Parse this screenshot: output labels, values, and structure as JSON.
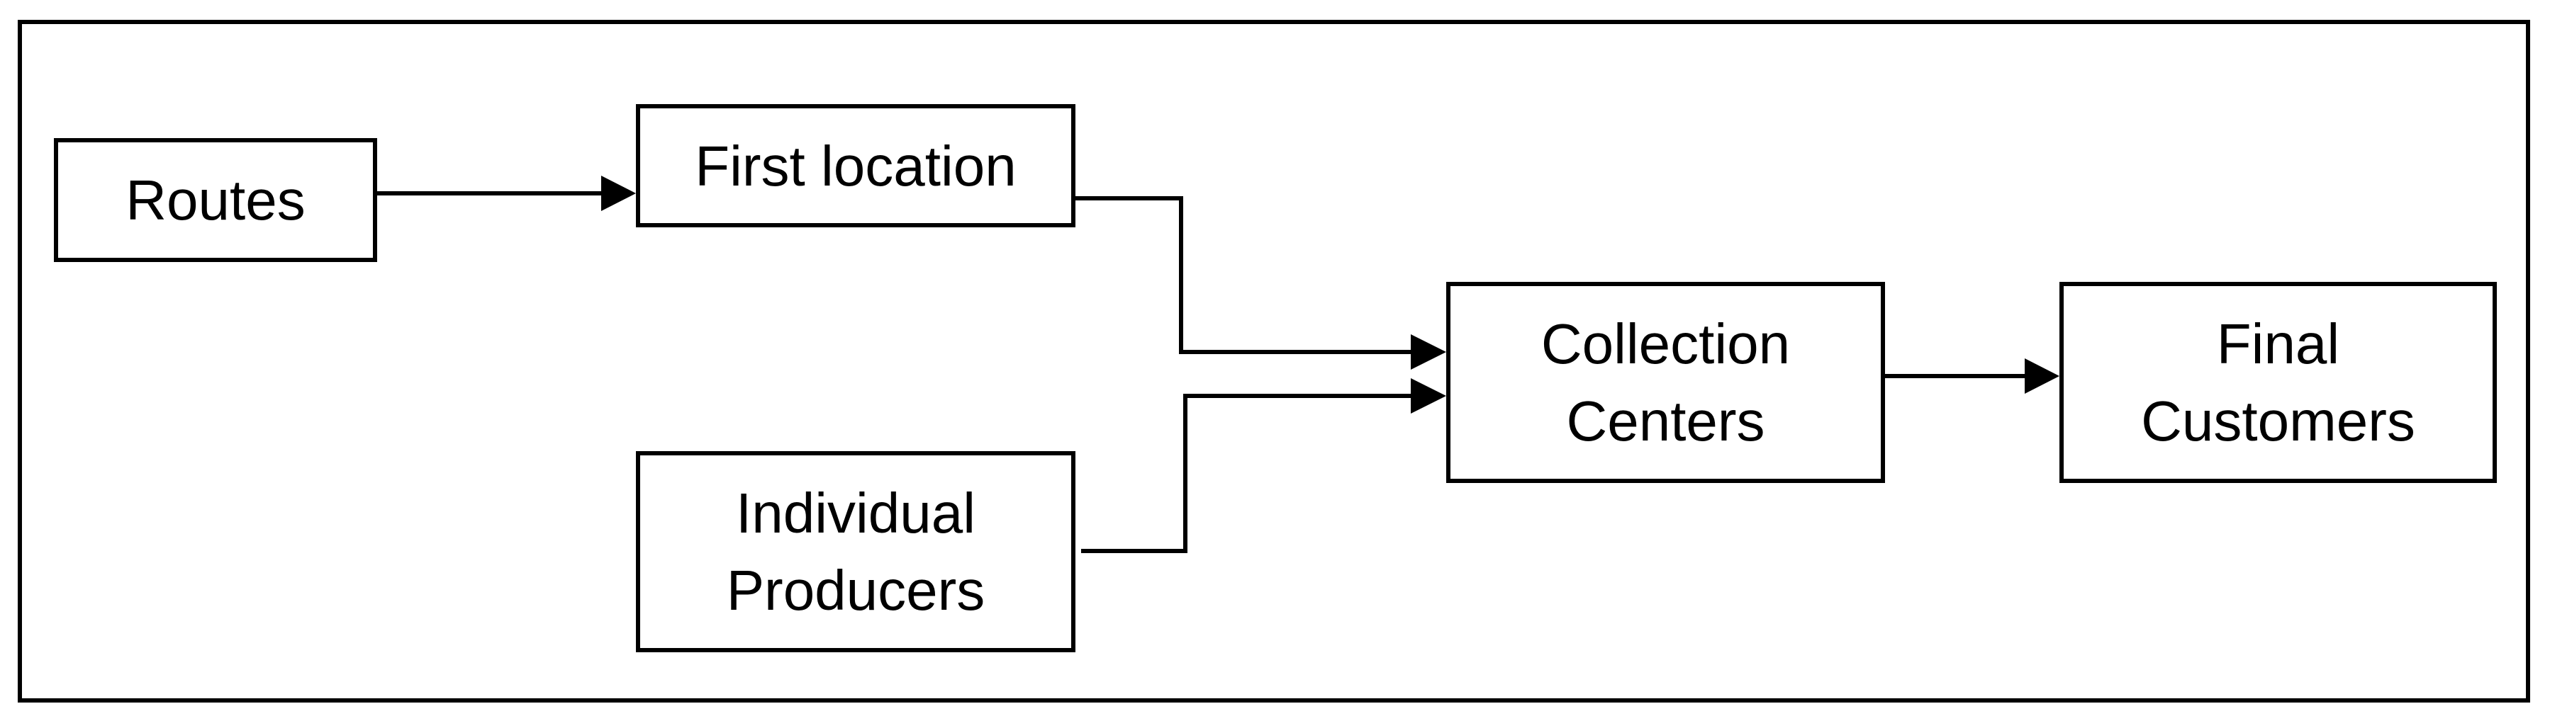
{
  "diagram": {
    "nodes": {
      "routes": {
        "lines": [
          "Routes"
        ]
      },
      "first_location": {
        "lines": [
          "First location"
        ]
      },
      "individual_producers": {
        "lines": [
          "Individual",
          "Producers"
        ]
      },
      "collection_centers": {
        "lines": [
          "Collection",
          "Centers"
        ]
      },
      "final_customers": {
        "lines": [
          "Final",
          "Customers"
        ]
      }
    },
    "edges": [
      {
        "from": "Routes",
        "to": "First location"
      },
      {
        "from": "First location",
        "to": "Collection Centers"
      },
      {
        "from": "Individual Producers",
        "to": "Collection Centers"
      },
      {
        "from": "Collection Centers",
        "to": "Final Customers"
      }
    ],
    "colors": {
      "stroke": "#000000",
      "background": "#ffffff"
    }
  }
}
